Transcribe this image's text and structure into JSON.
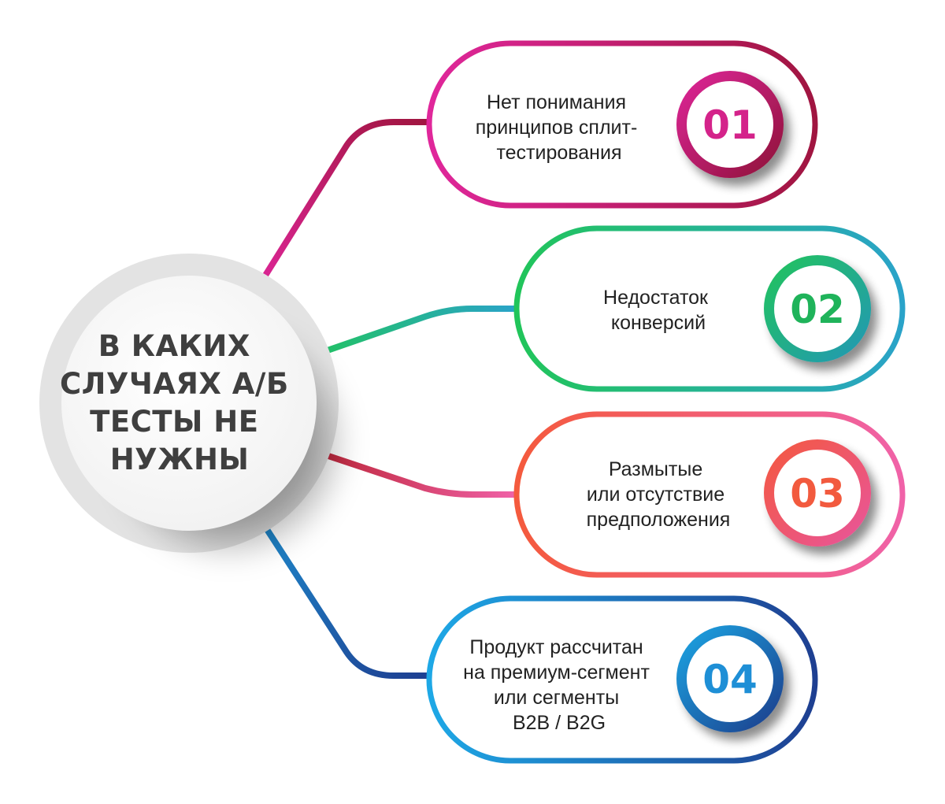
{
  "center": {
    "lines": [
      "В КАКИХ",
      "СЛУЧАЯХ А/Б",
      "ТЕСТЫ НЕ",
      "НУЖНЫ"
    ]
  },
  "items": [
    {
      "number": "01",
      "lines": [
        "Нет понимания",
        "принципов сплит-",
        "тестирования"
      ],
      "colors": [
        "#e0279b",
        "#a01540"
      ]
    },
    {
      "number": "02",
      "lines": [
        "Недостаток",
        "конверсий"
      ],
      "colors": [
        "#21c55a",
        "#2aa3c9"
      ]
    },
    {
      "number": "03",
      "lines": [
        "Размытые",
        "или отсутствие",
        "предположения"
      ],
      "colors": [
        "#f45a3d",
        "#f062a8"
      ]
    },
    {
      "number": "04",
      "lines": [
        "Продукт рассчитан",
        "на премиум-сегмент",
        "или сегменты",
        "B2B / B2G"
      ],
      "colors": [
        "#1ea8e6",
        "#1e3f91"
      ]
    }
  ]
}
